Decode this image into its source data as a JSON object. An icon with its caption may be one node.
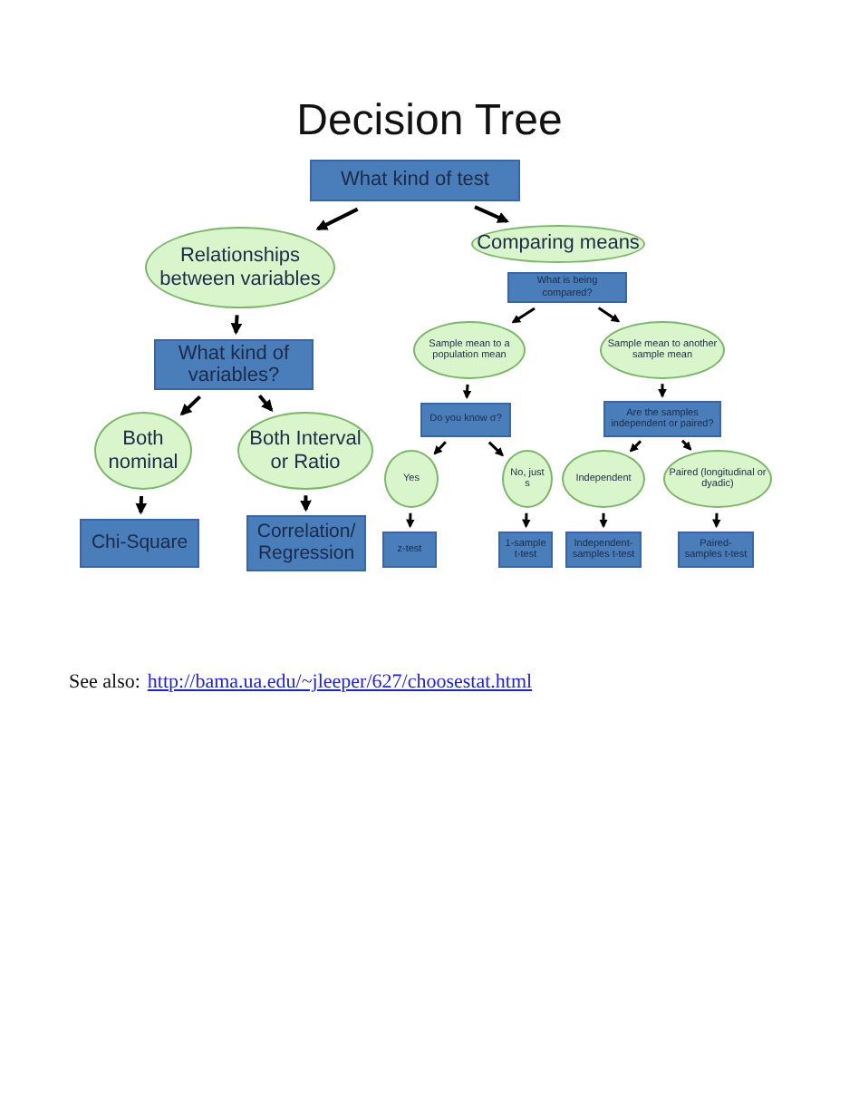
{
  "diagram": {
    "title": "Decision Tree",
    "nodes": [
      {
        "text": [
          "What kind of test"
        ]
      },
      {
        "text": [
          "Relationships between variables"
        ]
      },
      {
        "text": [
          "Comparing means"
        ]
      },
      {
        "text": [
          "What kind of variables?"
        ]
      },
      {
        "text": [
          "Both nominal"
        ]
      },
      {
        "text": [
          "Both Interval or Ratio"
        ]
      },
      {
        "text": [
          "Chi-Square"
        ]
      },
      {
        "text": [
          "Correlation/ Regression"
        ]
      },
      {
        "text": [
          "What is being compared?"
        ]
      },
      {
        "text": [
          "Sample mean to a population mean"
        ]
      },
      {
        "text": [
          "Sample mean to another sample mean"
        ]
      },
      {
        "text": [
          "Do you know σ?"
        ]
      },
      {
        "text": [
          "Are the samples independent or paired?"
        ]
      },
      {
        "text": [
          "Yes"
        ]
      },
      {
        "text": [
          "No, just s"
        ]
      },
      {
        "text": [
          "Independent"
        ]
      },
      {
        "text": [
          "Paired (longitudinal or dyadic)"
        ]
      },
      {
        "text": [
          "z-test"
        ]
      },
      {
        "text": [
          "1-sample t-test"
        ]
      },
      {
        "text": [
          "Independent-samples t-test"
        ]
      },
      {
        "text": [
          "Paired-samples t-test"
        ]
      }
    ],
    "edges": [
      {
        "from": 0,
        "to": 1,
        "arrow": "to"
      },
      {
        "from": 0,
        "to": 2,
        "arrow": "to"
      },
      {
        "from": 1,
        "to": 3,
        "arrow": "to"
      },
      {
        "from": 3,
        "to": 4,
        "arrow": "to"
      },
      {
        "from": 3,
        "to": 5,
        "arrow": "to"
      },
      {
        "from": 4,
        "to": 6,
        "arrow": "to"
      },
      {
        "from": 5,
        "to": 7,
        "arrow": "to"
      },
      {
        "from": 8,
        "to": 9,
        "arrow": "to"
      },
      {
        "from": 8,
        "to": 10,
        "arrow": "to"
      },
      {
        "from": 9,
        "to": 11,
        "arrow": "to"
      },
      {
        "from": 10,
        "to": 12,
        "arrow": "to"
      },
      {
        "from": 11,
        "to": 13,
        "arrow": "to"
      },
      {
        "from": 11,
        "to": 14,
        "arrow": "to"
      },
      {
        "from": 12,
        "to": 15,
        "arrow": "to"
      },
      {
        "from": 12,
        "to": 16,
        "arrow": "to"
      },
      {
        "from": 13,
        "to": 17,
        "arrow": "to"
      },
      {
        "from": 14,
        "to": 18,
        "arrow": "to"
      },
      {
        "from": 15,
        "to": 19,
        "arrow": "to"
      },
      {
        "from": 16,
        "to": 20,
        "arrow": "to"
      }
    ],
    "labels": [
      "See also:",
      "http://bama.ua.edu/~jleeper/627/choosestat.html"
    ]
  }
}
